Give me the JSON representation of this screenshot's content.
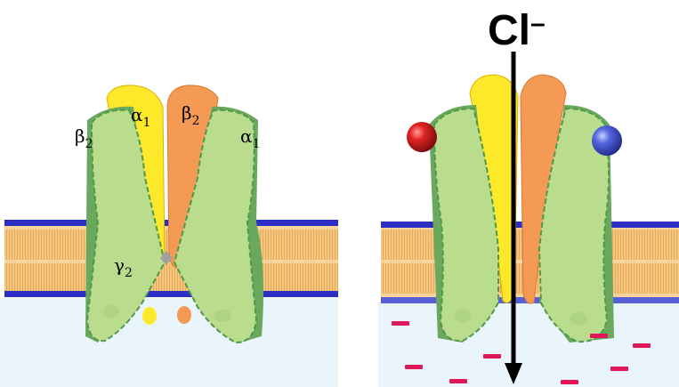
{
  "colors": {
    "background": "#ffffff",
    "extracellular_fluid": "#e9f5fb",
    "membrane_head": "#2d2fc4",
    "membrane_tail": "#f4c27a",
    "subunit_green": "#b9dc8d",
    "subunit_outline": "#4f9a4a",
    "alpha_yellow": "#fde82a",
    "beta_orange": "#f59a54",
    "ligand_red": "#cc1a1a",
    "ligand_blue": "#4a5ad8",
    "negative_charge": "#e0185a",
    "arrow": "#000000"
  },
  "left_panel": {
    "labels": {
      "beta2_left": {
        "greek": "β",
        "sub": "2"
      },
      "alpha1_center": {
        "greek": "α",
        "sub": "1"
      },
      "beta2_center": {
        "greek": "β",
        "sub": "2"
      },
      "alpha1_right": {
        "greek": "α",
        "sub": "1"
      },
      "gamma2": {
        "greek": "γ",
        "sub": "2"
      }
    }
  },
  "right_panel": {
    "ion_label": {
      "symbol": "Cl",
      "charge": "–"
    }
  }
}
